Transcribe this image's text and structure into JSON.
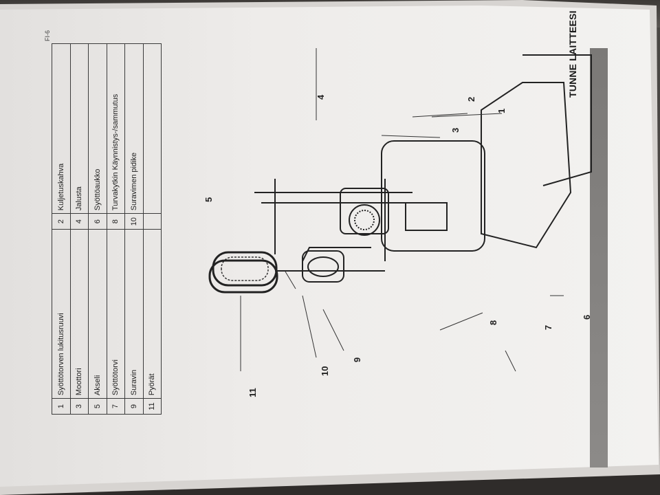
{
  "document": {
    "title": "TUNNE LAITTEESI",
    "page_code": "FI-6",
    "callouts": [
      "1",
      "2",
      "3",
      "4",
      "5",
      "6",
      "7",
      "8",
      "9",
      "10",
      "11"
    ],
    "parts_table": [
      {
        "num_a": "1",
        "name_a": "Syöttötorven lukitusruuvi",
        "num_b": "2",
        "name_b": "Kuljetuskahva"
      },
      {
        "num_a": "3",
        "name_a": "Moottori",
        "num_b": "4",
        "name_b": "Jalusta"
      },
      {
        "num_a": "5",
        "name_a": "Akseli",
        "num_b": "6",
        "name_b": "Syöttöaukko"
      },
      {
        "num_a": "7",
        "name_a": "Syöttötorvi",
        "num_b": "8",
        "name_b": "Turvakytkin Käynnistys-/sammutus"
      },
      {
        "num_a": "9",
        "name_a": "Suravin",
        "num_b": "10",
        "name_b": "Suravimen pidike"
      },
      {
        "num_a": "11",
        "name_a": "Pyörät",
        "num_b": "",
        "name_b": ""
      }
    ]
  }
}
